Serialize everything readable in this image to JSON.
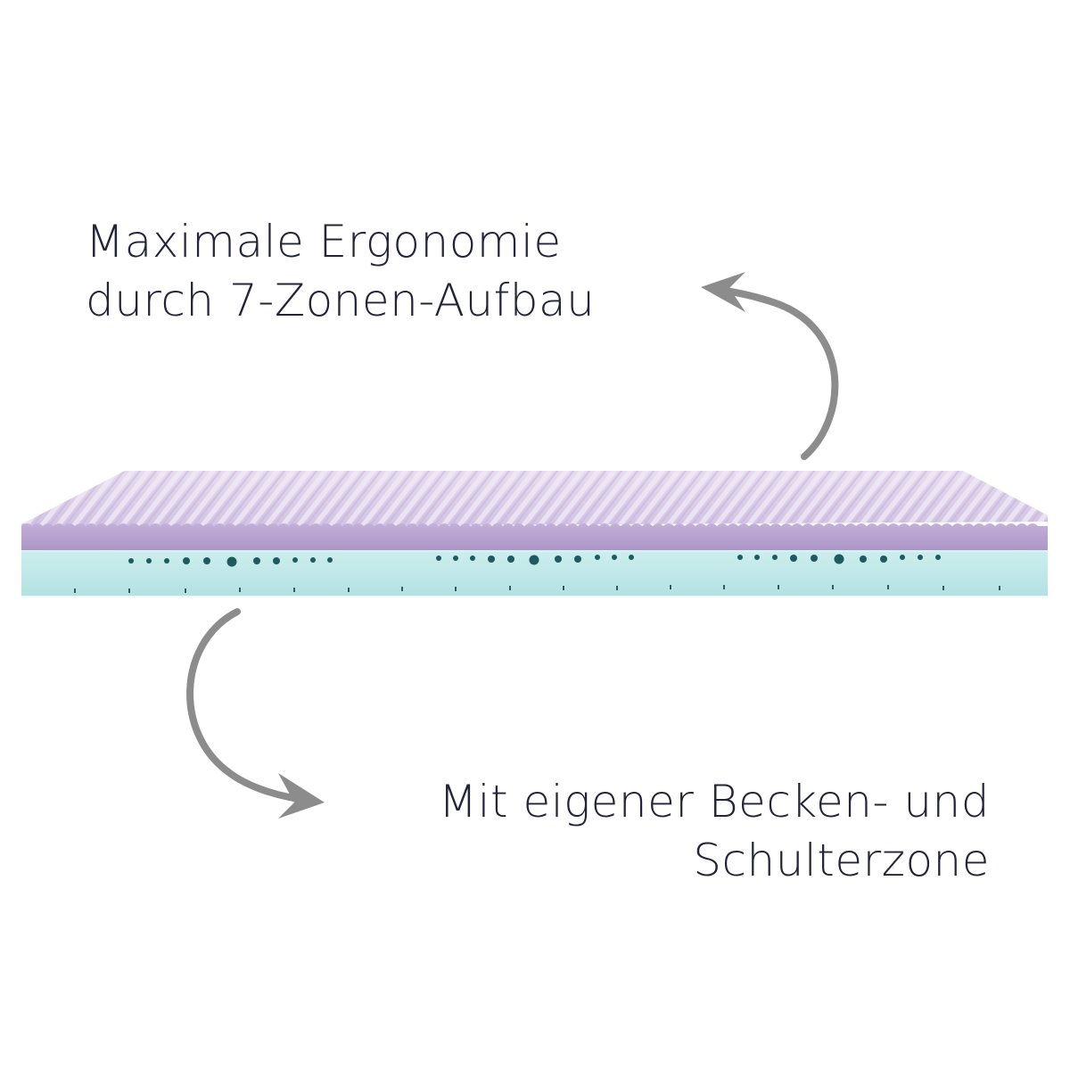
{
  "captions": {
    "top": {
      "line1": "Maximale Ergonomie",
      "line2": "durch 7-Zonen-Aufbau"
    },
    "bottom": {
      "line1": "Mit eigener Becken- und",
      "line2": "Schulterzone"
    }
  },
  "colors": {
    "background": "#ffffff",
    "text": "#23233a",
    "arrow": "#8c8c8c",
    "top_layer_surface": "#ddd0ea",
    "top_layer_front": "#b7a2cf",
    "bottom_layer_front": "#bfe8e8",
    "holes": "#1f5a5e"
  },
  "illustration": {
    "subject": "mattress-cross-section",
    "layers": [
      "purple-comfort-layer",
      "turquoise-zoned-core"
    ],
    "zones": 7
  },
  "arrows": [
    {
      "name": "arrow-up-to-top-caption",
      "direction": "up-left"
    },
    {
      "name": "arrow-down-to-bottom-caption",
      "direction": "down-right"
    }
  ]
}
